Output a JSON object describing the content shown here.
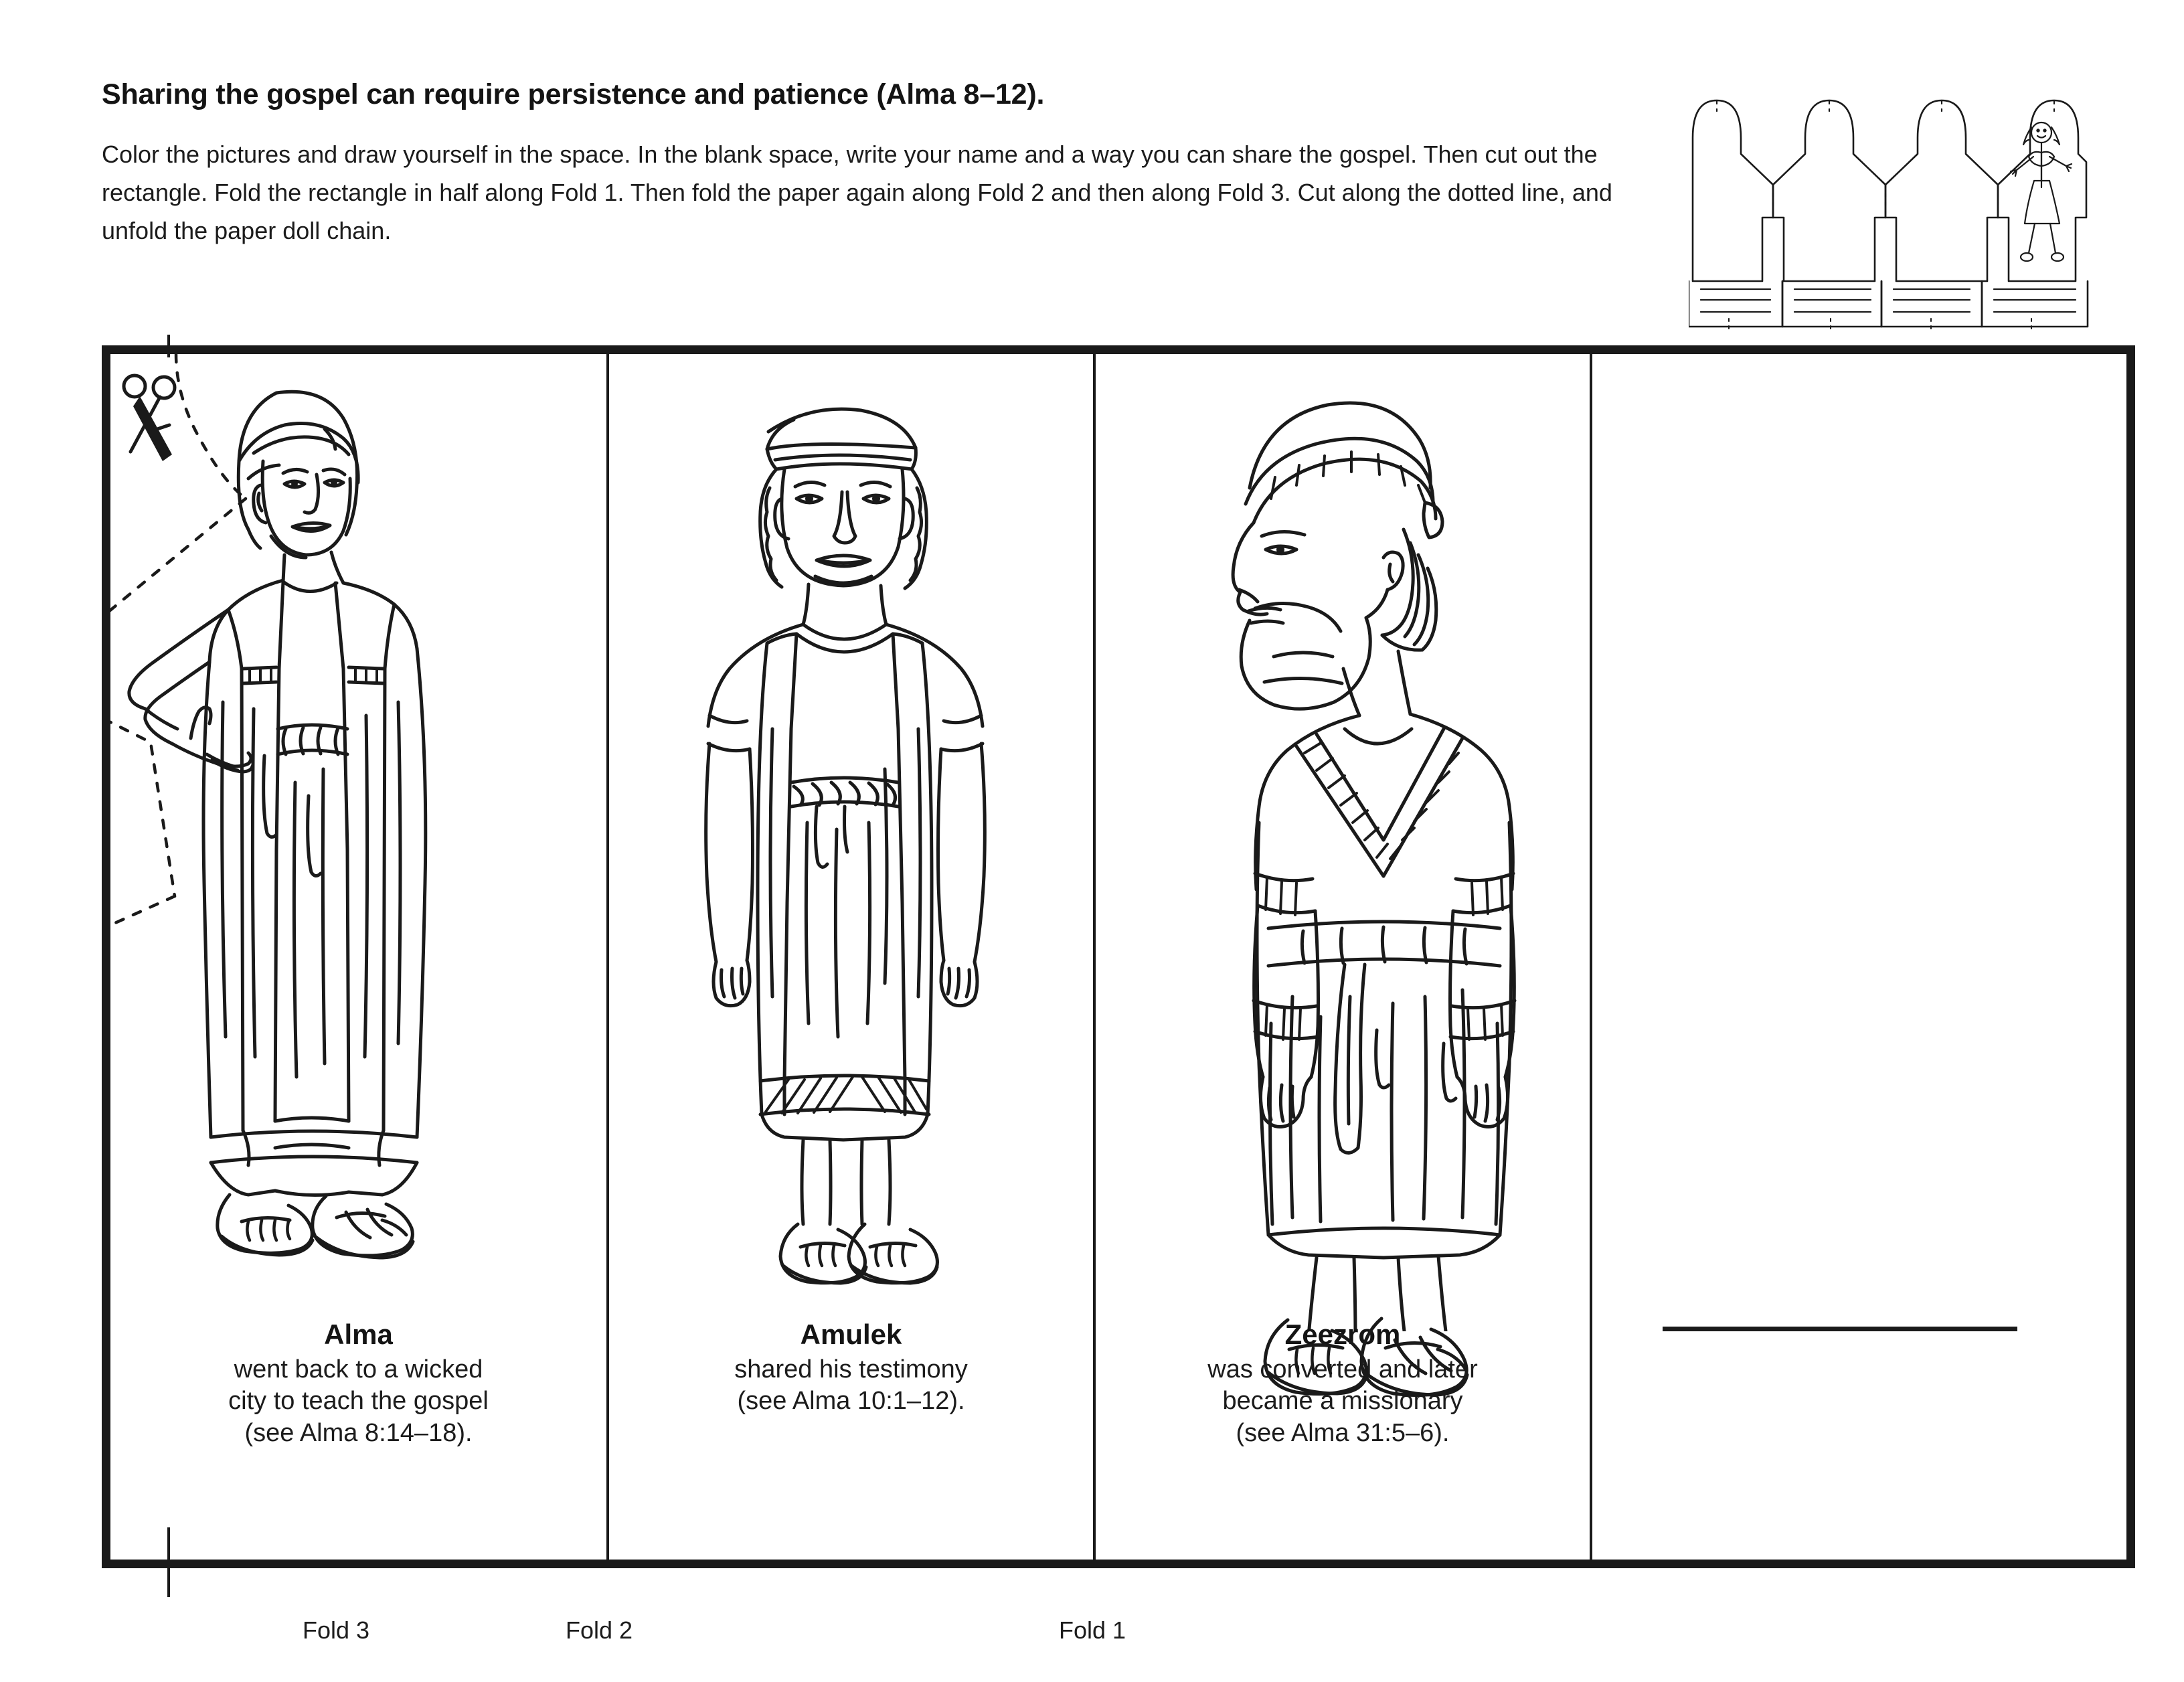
{
  "header": {
    "title": "Sharing the gospel can require persistence and patience (Alma 8–12).",
    "instructions": "Color the pictures and draw yourself in the space. In the blank space, write your name and a way you can share the gospel. Then cut out the rectangle. Fold the rectangle in half along Fold 1. Then fold the paper again along Fold 2 and then along Fold 3. Cut along the dotted line, and unfold the paper doll chain."
  },
  "thumbnail": {
    "icon": "paper-doll-chain-icon",
    "doll_count": 4,
    "drawn_figure": "stick-figure-girl"
  },
  "frame": {
    "cut_line_icon": "scissors-icon",
    "cut_line_style": "dotted"
  },
  "panels": [
    {
      "id": "alma",
      "figure_icon": "alma-figure",
      "name": "Alma",
      "description": "went back to a wicked\ncity to teach the gospel\n(see Alma 8:14–18)."
    },
    {
      "id": "amulek",
      "figure_icon": "amulek-figure",
      "name": "Amulek",
      "description": "shared his testimony\n(see Alma 10:1–12)."
    },
    {
      "id": "zeezrom",
      "figure_icon": "zeezrom-figure",
      "name": "Zeezrom",
      "description": "was converted and later\nbecame a missionary\n(see Alma 31:5–6)."
    },
    {
      "id": "blank",
      "figure_icon": "blank-space",
      "name": "",
      "description": ""
    }
  ],
  "fold_labels": {
    "fold3": "Fold 3",
    "fold2": "Fold 2",
    "fold1": "Fold 1"
  },
  "colors": {
    "ink": "#1a1a1a",
    "paper": "#ffffff"
  }
}
